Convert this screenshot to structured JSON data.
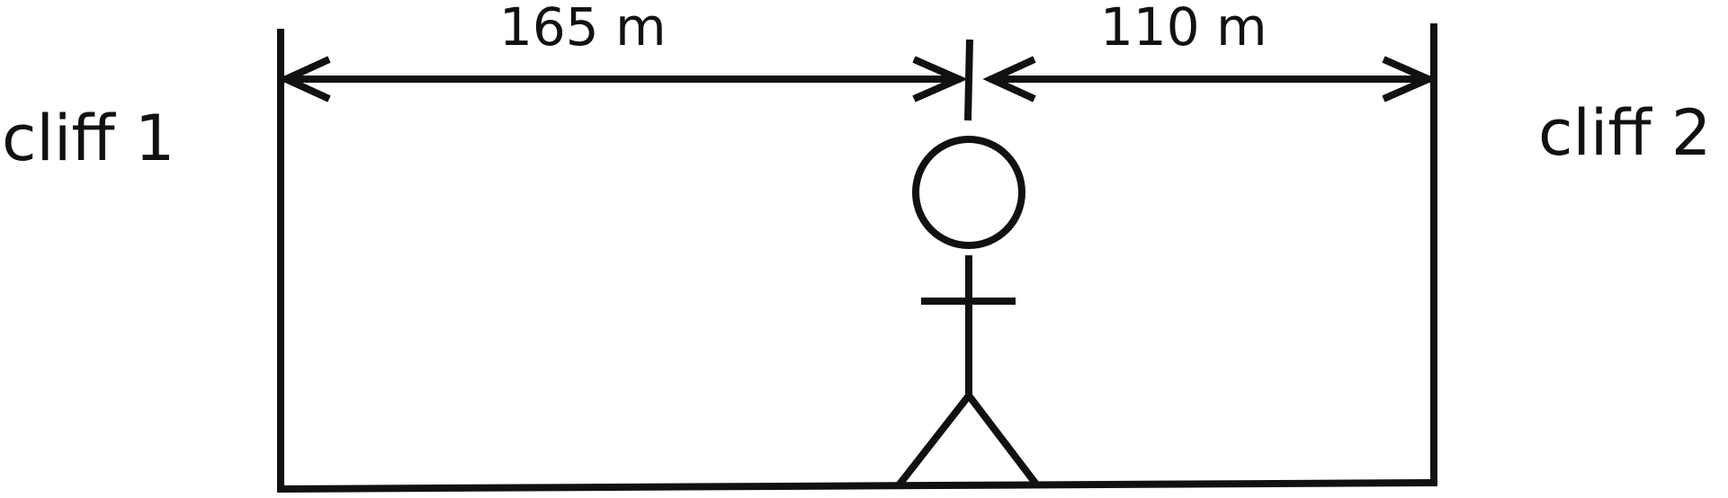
{
  "labels": {
    "cliff_left": "cliff 1",
    "cliff_right": "cliff 2",
    "distance_left": "165 m",
    "distance_right": "110 m"
  },
  "colors": {
    "line": "#111111",
    "background": "#ffffff"
  }
}
